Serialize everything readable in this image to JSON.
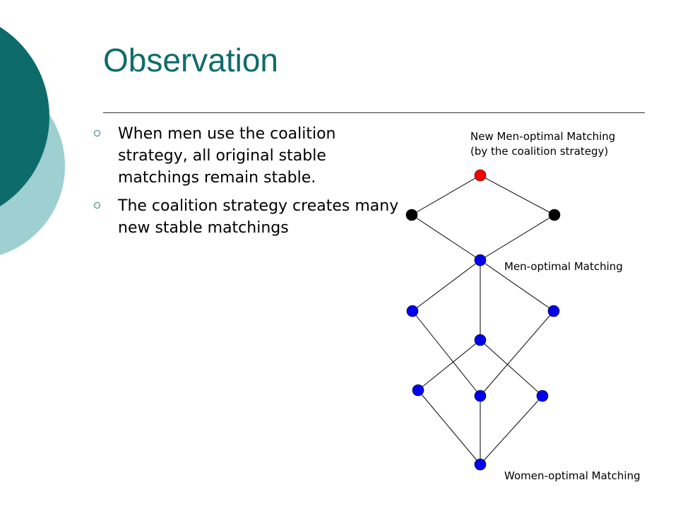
{
  "slide": {
    "title": "Observation",
    "bullets": [
      "When men use the coalition strategy, all original stable matchings remain stable.",
      "The coalition strategy creates many new stable matchings"
    ]
  },
  "diagram": {
    "labels": {
      "new_men_optimal_line1": "New Men-optimal Matching",
      "new_men_optimal_line2": "(by the coalition strategy)",
      "men_optimal": "Men-optimal Matching",
      "women_optimal": "Women-optimal Matching"
    },
    "colors": {
      "new_top_node": "#ff0000",
      "new_nodes": "#000000",
      "original_nodes": "#0000ee",
      "edges": "#000000",
      "title": "#106b6b",
      "deco_dark": "#0d6b6b",
      "deco_light": "#9ecfd1"
    }
  }
}
